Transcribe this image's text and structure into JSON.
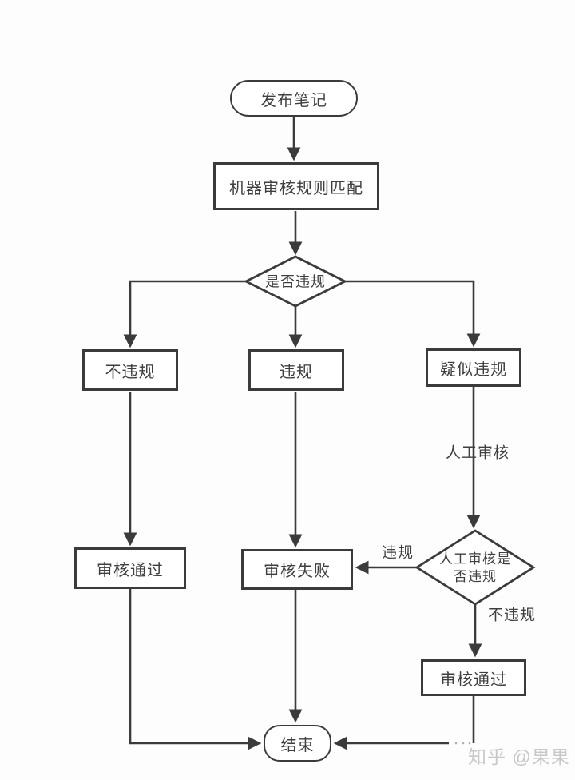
{
  "diagram": {
    "nodes": {
      "start": {
        "label": "发布笔记",
        "type": "terminator"
      },
      "machine_review": {
        "label": "机器审核规则匹配",
        "type": "process"
      },
      "violation_check": {
        "label": "是否违规",
        "type": "decision"
      },
      "no_violation": {
        "label": "不违规",
        "type": "process"
      },
      "violation": {
        "label": "违规",
        "type": "process"
      },
      "suspected_violation": {
        "label": "疑似违规",
        "type": "process"
      },
      "review_passed_left": {
        "label": "审核通过",
        "type": "process"
      },
      "review_failed": {
        "label": "审核失败",
        "type": "process"
      },
      "manual_review_check": {
        "label": "人工审核是否违规",
        "type": "decision"
      },
      "review_passed_right": {
        "label": "审核通过",
        "type": "process"
      },
      "end": {
        "label": "结束",
        "type": "terminator"
      }
    },
    "edge_labels": {
      "manual_review": "人工审核",
      "violation": "违规",
      "no_violation": "不违规"
    },
    "watermark": "知乎 @果果",
    "colors": {
      "line": "#3b3b3b",
      "node_border": "#3b3b3b",
      "node_fill": "#ffffff",
      "text": "#3f3f3f",
      "watermark": "#c8c8c8",
      "background": "#fdfdfd"
    }
  }
}
